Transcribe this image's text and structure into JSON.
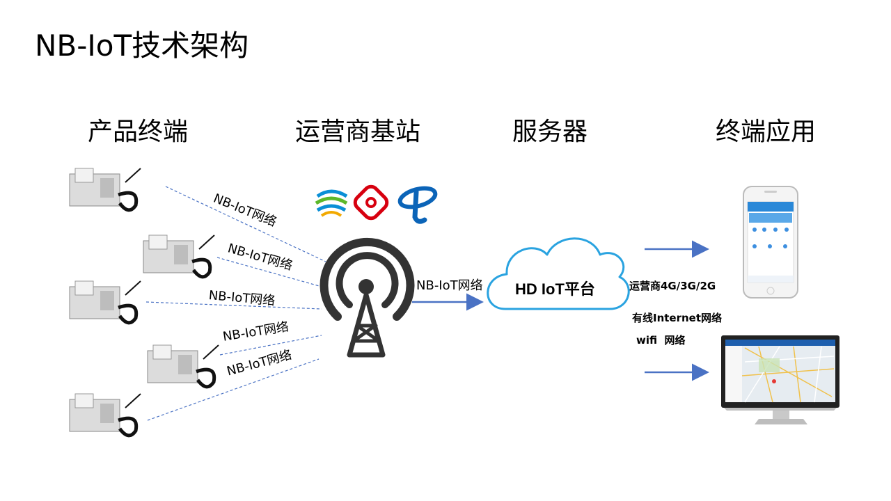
{
  "title": "NB-IoT技术架构",
  "columns": [
    "产品终端",
    "运营商基站",
    "服务器",
    "终端应用"
  ],
  "links": {
    "device_labels": [
      "NB-IoT网络",
      "NB-IoT网络",
      "NB-IoT网络",
      "NB-IoT网络",
      "NB-IoT网络"
    ],
    "tower_to_cloud": "NB-IoT网络"
  },
  "platform": "HD IoT平台",
  "networks": {
    "mobile": "运营商4G/3G/2G",
    "wired": "有线Internet网络",
    "wifi": "wifi  网络"
  },
  "colors": {
    "link_dash": "#4a72c4",
    "arrow": "#4a72c4",
    "cloud_stroke": "#2aa3e0",
    "tower": "#333333"
  }
}
